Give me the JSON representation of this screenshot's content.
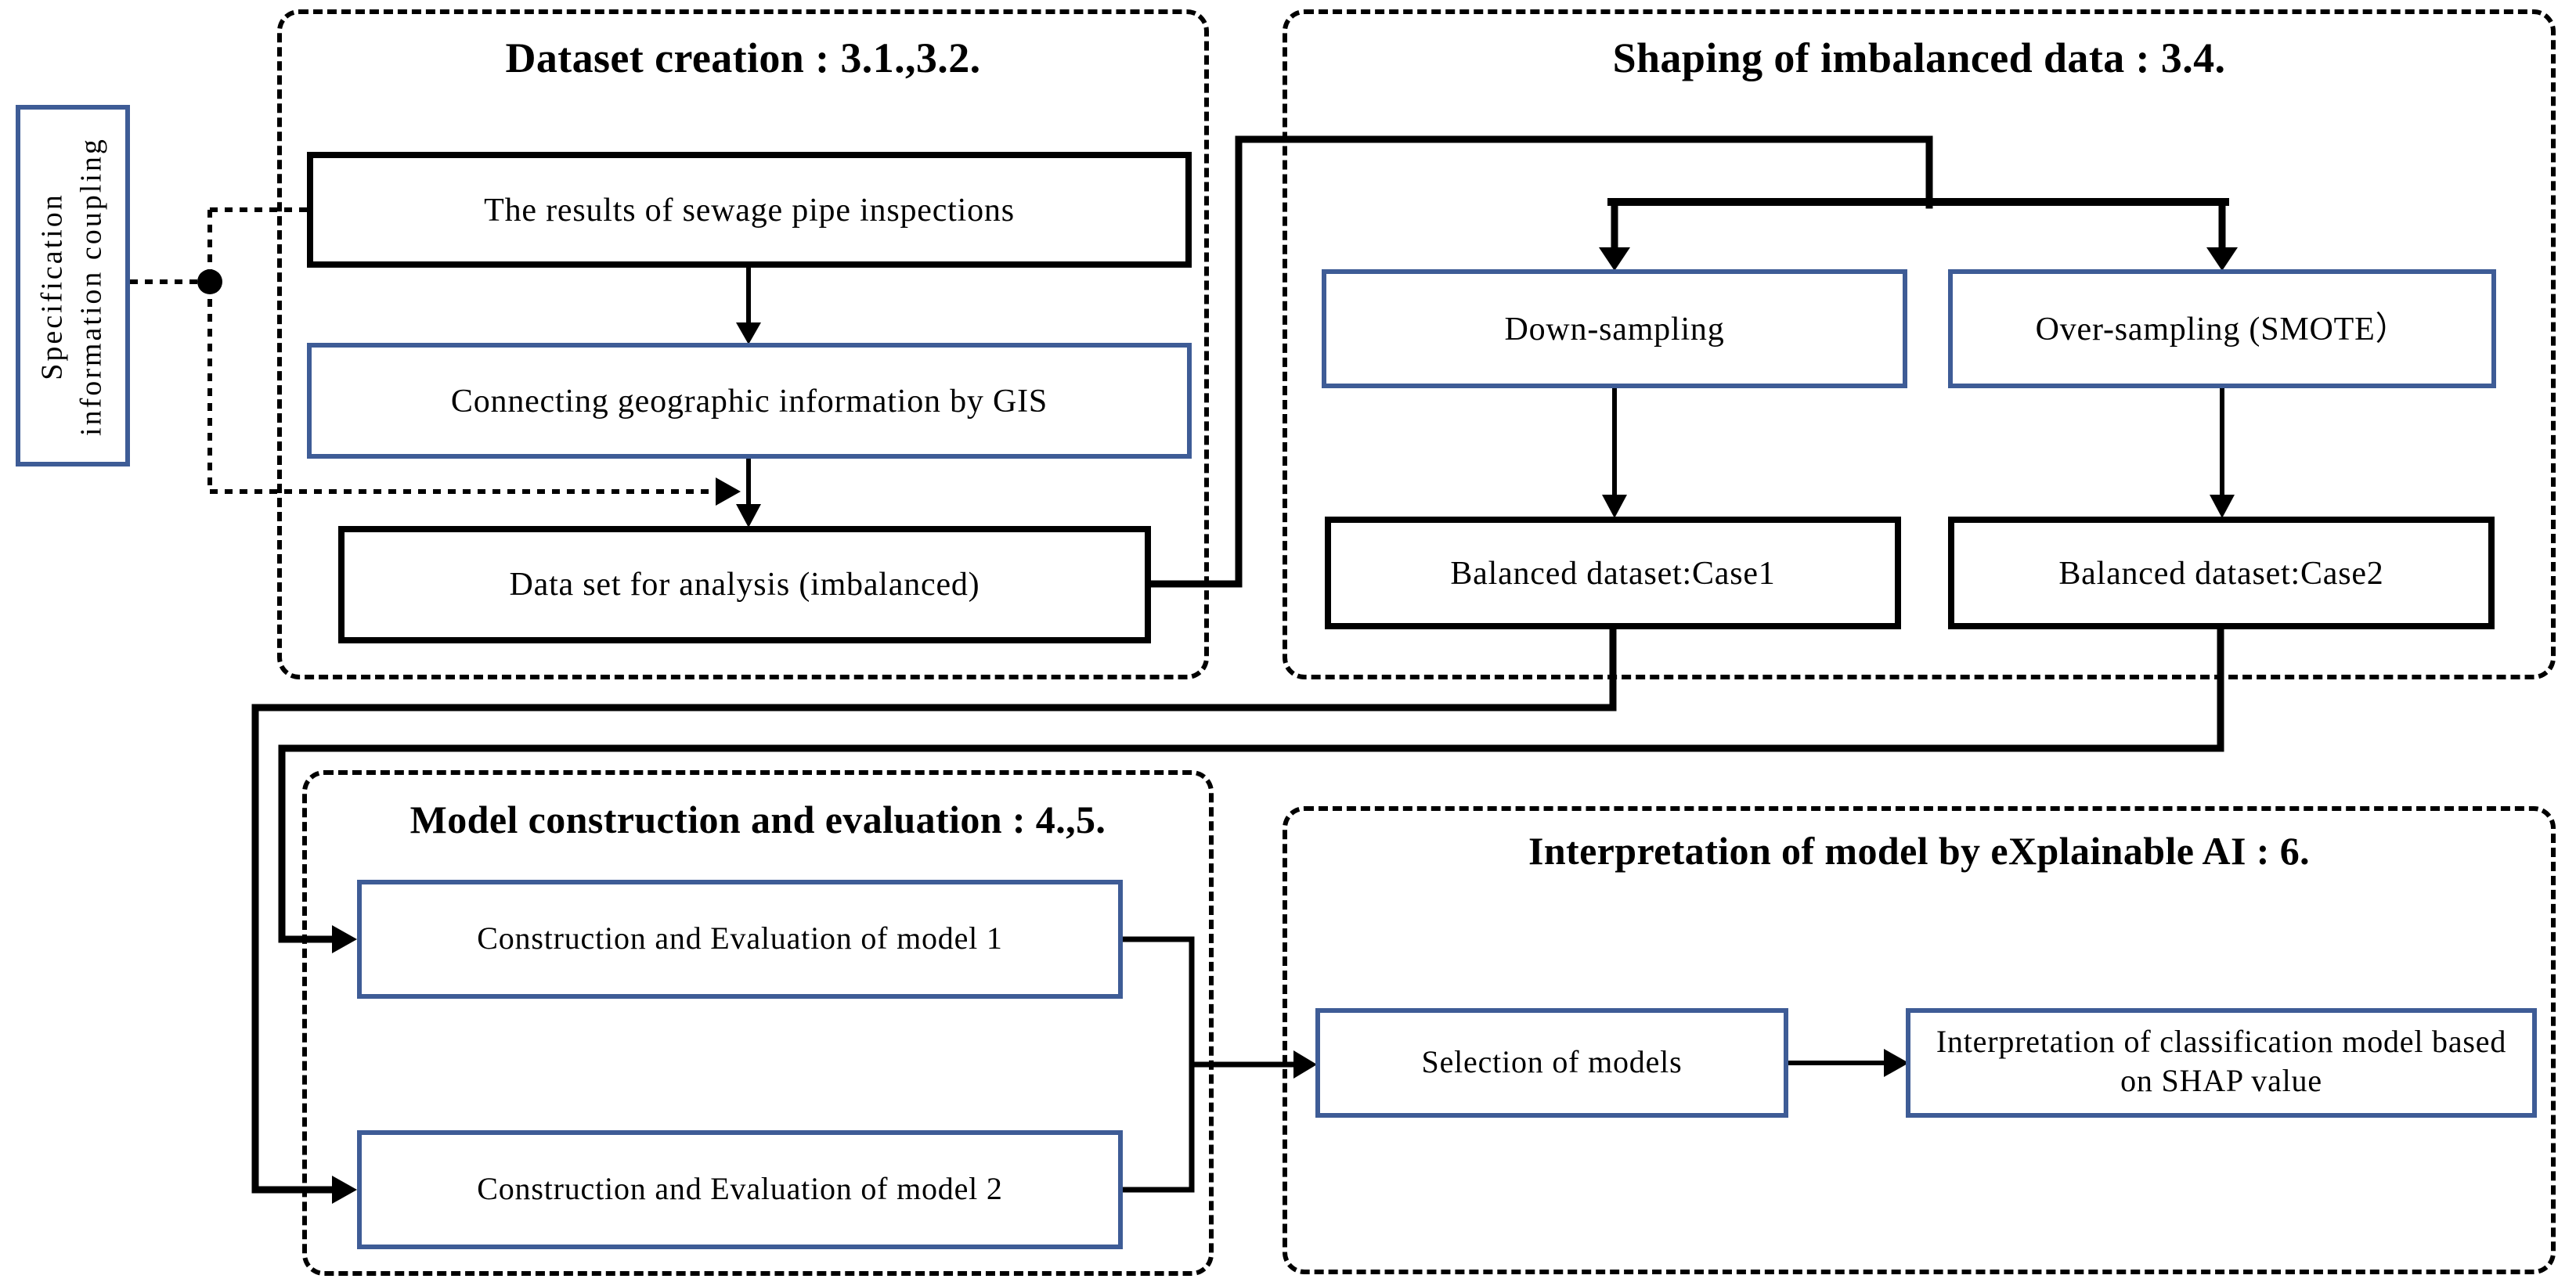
{
  "diagram": {
    "colors": {
      "background": "#ffffff",
      "accent_blue_border": "#3E5C96",
      "line_black": "#000000"
    },
    "left_note": {
      "line1": "Specification",
      "line2": "information coupling"
    },
    "sections": {
      "dataset": {
        "title": "Dataset creation : 3.1.,3.2."
      },
      "shaping": {
        "title": "Shaping of imbalanced data : 3.4."
      },
      "model": {
        "title": "Model construction and evaluation : 4.,5."
      },
      "interpretation": {
        "title": "Interpretation of model by eXplainable AI : 6."
      }
    },
    "nodes": {
      "inspections": {
        "label": "The results of sewage pipe inspections"
      },
      "gis": {
        "label": "Connecting geographic information by GIS"
      },
      "dataset_analysis": {
        "label": "Data set for analysis (imbalanced)"
      },
      "down_sampling": {
        "label": "Down-sampling"
      },
      "over_sampling": {
        "label": "Over-sampling (SMOTE）"
      },
      "case1": {
        "label": "Balanced dataset:Case1"
      },
      "case2": {
        "label": "Balanced dataset:Case2"
      },
      "model1": {
        "label": "Construction and Evaluation of model 1"
      },
      "model2": {
        "label": "Construction and Evaluation of model 2"
      },
      "selection": {
        "label": "Selection of models"
      },
      "shap": {
        "label": "Interpretation of classification model based on SHAP value"
      }
    }
  }
}
